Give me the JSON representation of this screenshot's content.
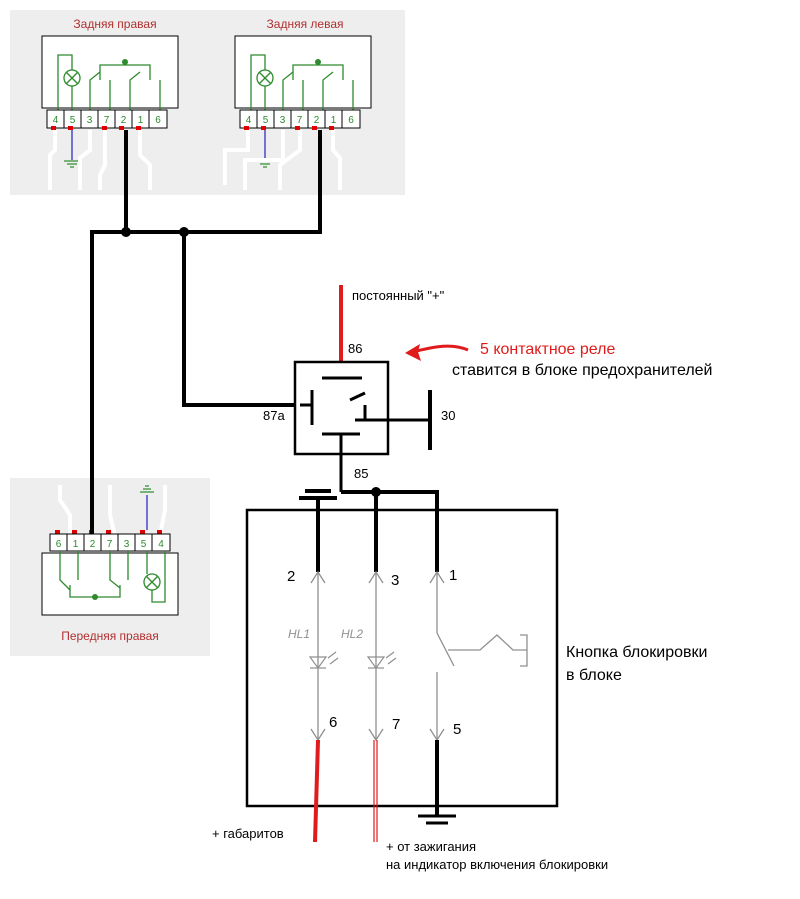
{
  "colors": {
    "wire": "#000000",
    "accent_red": "#e01b1b",
    "connector_green": "#2d8a2d",
    "panel_bg": "#eeeeee",
    "panel_title": "#b03030",
    "pin_red": "#e00000",
    "ground_blue": "#3030c0",
    "button_gray": "#909090"
  },
  "connectors": {
    "rear_right": {
      "title": "Задняя правая",
      "pins": [
        "4",
        "5",
        "3",
        "7",
        "2",
        "1",
        "6"
      ]
    },
    "rear_left": {
      "title": "Задняя левая",
      "pins": [
        "4",
        "5",
        "3",
        "7",
        "2",
        "1",
        "6"
      ]
    },
    "front_right": {
      "title": "Передняя правая",
      "pins": [
        "6",
        "1",
        "2",
        "7",
        "3",
        "5",
        "4"
      ]
    }
  },
  "relay": {
    "annotation_title": "5 контактное реле",
    "annotation_subtitle": "ставится в блоке предохранителей",
    "supply_label": "постоянный \"+\"",
    "pin_86": "86",
    "pin_87a": "87а",
    "pin_30": "30",
    "pin_85": "85"
  },
  "button_block": {
    "title_line1": "Кнопка блокировки",
    "title_line2": "в блоке",
    "pin_top_2": "2",
    "pin_top_3": "3",
    "pin_top_1": "1",
    "pin_bottom_6": "6",
    "pin_bottom_7": "7",
    "pin_bottom_5": "5",
    "led1_label": "HL1",
    "led2_label": "HL2"
  },
  "bottom_labels": {
    "parking_lights": "+ габаритов",
    "ignition_line1": "+ от зажигания",
    "ignition_line2": "на индикатор включения блокировки"
  }
}
